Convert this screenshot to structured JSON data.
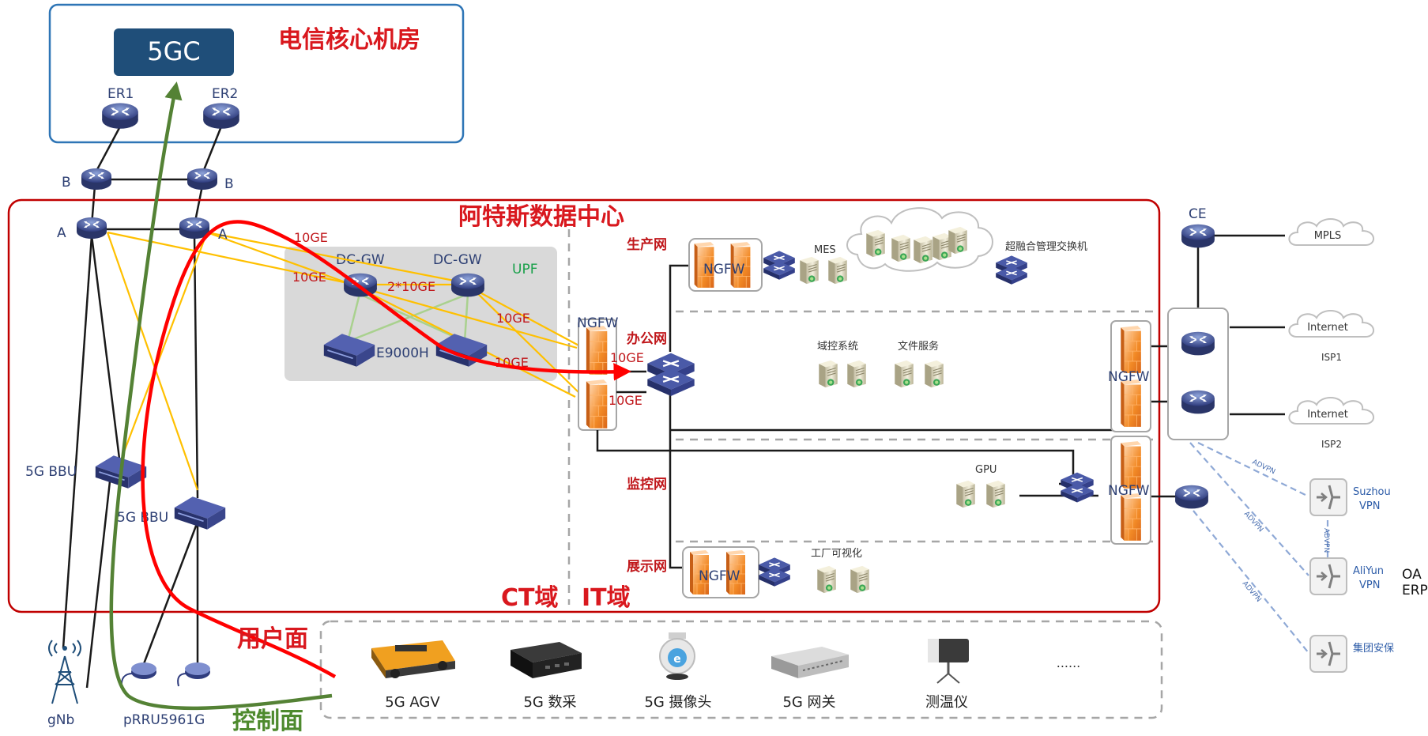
{
  "core": {
    "title": "电信核心机房",
    "fivegc": "5GC",
    "er1": "ER1",
    "er2": "ER2"
  },
  "routers": {
    "b_left": "B",
    "b_right": "B",
    "a_left": "A",
    "a_right": "A"
  },
  "datacenter": {
    "title": "阿特斯数据中心",
    "ct_label": "CT域",
    "it_label": "IT域"
  },
  "upf": {
    "label": "UPF",
    "dcgw1": "DC-GW",
    "dcgw2": "DC-GW",
    "link": "2*10GE",
    "e9000h": "E9000H"
  },
  "links": {
    "ge_a": "10GE",
    "ge_b": "10GE",
    "ge_c": "10GE",
    "ge_d": "10GE",
    "ge_e": "10GE",
    "ge_f": "10GE"
  },
  "ran": {
    "bbu1": "5G BBU",
    "bbu2": "5G BBU",
    "gnb": "gNb",
    "prru": "pRRU5961G"
  },
  "planes": {
    "user": "用户面",
    "control": "控制面"
  },
  "it": {
    "ngfw_main": "NGFW",
    "ngfw_prod": "NGFW",
    "ngfw_show": "NGFW",
    "ngfw_right1": "NGFW",
    "ngfw_right2": "NGFW",
    "prod_net": "生产网",
    "office_net": "办公网",
    "monitor_net": "监控网",
    "show_net": "展示网",
    "mes": "MES",
    "hci_switch": "超融合管理交换机",
    "domain_ctrl": "域控系统",
    "file_svc": "文件服务",
    "gpu": "GPU",
    "factory_vis": "工厂可视化"
  },
  "wan": {
    "ce": "CE",
    "mpls": "MPLS",
    "internet1": "Internet",
    "isp1": "ISP1",
    "internet2": "Internet",
    "isp2": "ISP2",
    "suzhou": "Suzhou",
    "suzhou_vpn": "VPN",
    "aliyun": "AliYun",
    "aliyun_vpn": "VPN",
    "group_sec": "集团安保",
    "oa": "OA",
    "erp": "ERP",
    "advpn1": "ADVPN",
    "advpn2": "ADVPN",
    "advpn3": "ADVPN",
    "advpn4": "ADVPN"
  },
  "terminals": {
    "agv": "5G AGV",
    "collect": "5G 数采",
    "camera": "5G 摄像头",
    "gateway": "5G 网关",
    "thermo": "测温仪",
    "more": "......"
  },
  "colors": {
    "core_border": "#2e75b6",
    "dc_border": "#c00000",
    "upf_bg": "#d9d9d9",
    "user_plane": "#ff0000",
    "control_plane": "#548235",
    "link_orange": "#ffc000",
    "link_green": "#a9d18e",
    "router": "#3b4a8f",
    "firewall": "#f08c2a",
    "fivegc_box": "#1f4e79"
  }
}
